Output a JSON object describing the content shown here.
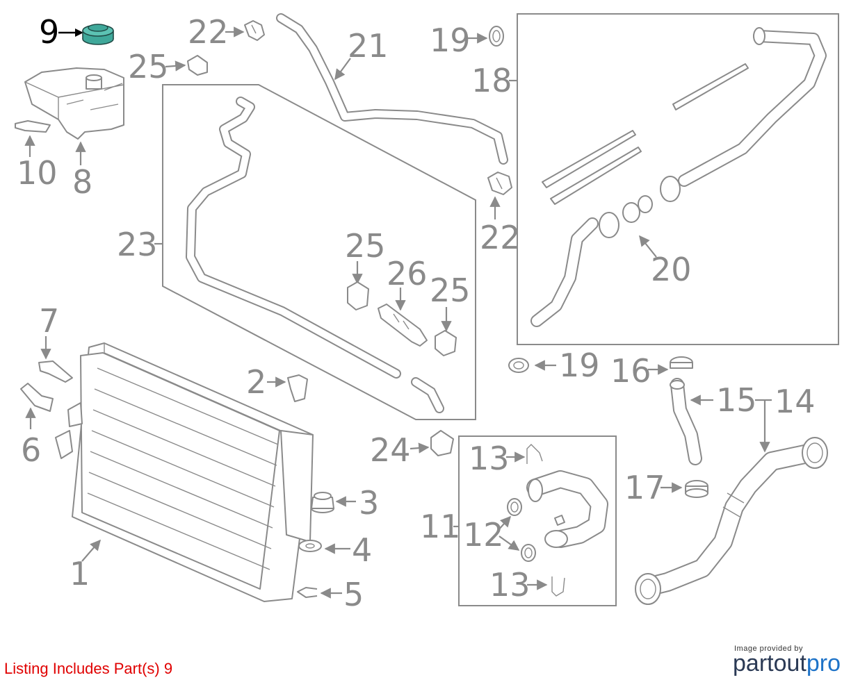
{
  "callouts": {
    "c1": "1",
    "c2": "2",
    "c3": "3",
    "c4": "4",
    "c5": "5",
    "c6": "6",
    "c7": "7",
    "c8": "8",
    "c9": "9",
    "c10": "10",
    "c11": "11",
    "c12": "12",
    "c13a": "13",
    "c13b": "13",
    "c14": "14",
    "c15": "15",
    "c16": "16",
    "c17": "17",
    "c18": "18",
    "c19a": "19",
    "c19b": "19",
    "c20": "20",
    "c21": "21",
    "c22a": "22",
    "c22b": "22",
    "c23": "23",
    "c24": "24",
    "c25a": "25",
    "c25b": "25",
    "c25c": "25",
    "c26": "26"
  },
  "highlight_color": "#3fa89a",
  "footer": {
    "listing": "Listing Includes Part(s) 9",
    "provided": "Image provided by",
    "brand_main": "partout",
    "brand_accent": "pro"
  }
}
